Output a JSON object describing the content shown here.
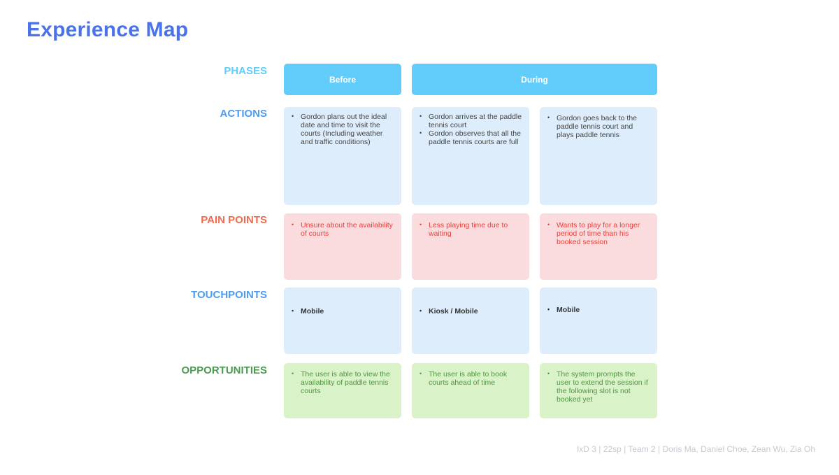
{
  "title": "Experience Map",
  "rows": {
    "phases": {
      "label": "PHASES",
      "color": "#62ccfa"
    },
    "actions": {
      "label": "ACTIONS",
      "color": "#4e9cf0"
    },
    "pain_points": {
      "label": "PAIN POINTS",
      "color": "#f06a4e"
    },
    "touchpoints": {
      "label": "TOUCHPOINTS",
      "color": "#4e9cf0"
    },
    "opportunities": {
      "label": "OPPORTUNITIES",
      "color": "#4b9a50"
    }
  },
  "phases": [
    "Before",
    "During"
  ],
  "actions": [
    [
      "Gordon plans out the ideal date and time to visit the courts (Including weather and traffic conditions)"
    ],
    [
      "Gordon arrives at the paddle tennis court",
      "Gordon observes that all the paddle tennis courts are full"
    ],
    [
      "Gordon goes back to the paddle tennis court and plays paddle tennis"
    ]
  ],
  "pain_points": [
    [
      "Unsure about the availability of courts"
    ],
    [
      "Less playing time due to waiting"
    ],
    [
      "Wants to play for a longer period of time than his booked session"
    ]
  ],
  "touchpoints": [
    [
      "Mobile"
    ],
    [
      "Kiosk / Mobile"
    ],
    [
      "Mobile"
    ]
  ],
  "opportunities": [
    [
      "The user is able to view the availability of paddle tennis courts"
    ],
    [
      "The user is able to book courts ahead of time"
    ],
    [
      "The system prompts the user to extend the session if the following slot is not booked yet"
    ]
  ],
  "footer": "IxD 3 | 22sp | Team 2 | Doris Ma, Daniel Choe, Zean Wu, Zia Oh"
}
